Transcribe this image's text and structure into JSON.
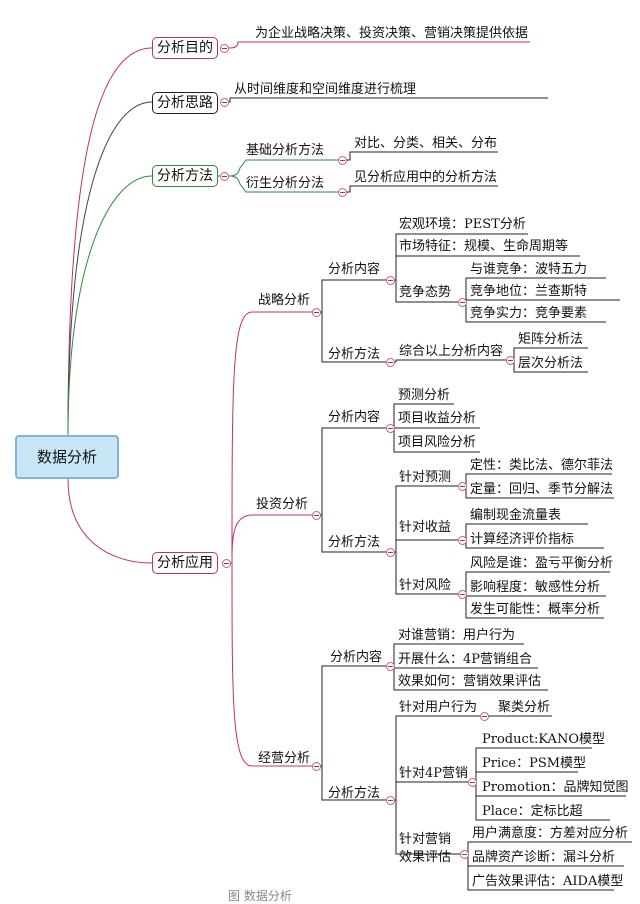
{
  "root": "数据分析",
  "b1": {
    "label": "分析目的",
    "child": "为企业战略决策、投资决策、营销决策提供依据"
  },
  "b2": {
    "label": "分析思路",
    "child": "从时间维度和空间维度进行梳理"
  },
  "b3": {
    "label": "分析方法",
    "c1": "基础分析方法",
    "c1v": "对比、分类、相关、分布",
    "c2": "衍生分析分法",
    "c2v": "见分析应用中的分析方法"
  },
  "b4": {
    "label": "分析应用",
    "s": {
      "label": "战略分析",
      "content": {
        "label": "分析内容",
        "i1": "宏观环境：PEST分析",
        "i2": "市场特征：规模、生命周期等",
        "i3": {
          "label": "竞争态势",
          "a": "与谁竞争：波特五力",
          "b": "竞争地位：兰查斯特",
          "c": "竞争实力：竞争要素"
        }
      },
      "method": {
        "label": "分析方法",
        "i1": "综合以上分析内容",
        "a": "矩阵分析法",
        "b": "层次分析法"
      }
    },
    "i": {
      "label": "投资分析",
      "content": {
        "label": "分析内容",
        "a": "预测分析",
        "b": "项目收益分析",
        "c": "项目风险分析"
      },
      "method": {
        "label": "分析方法",
        "p": {
          "label": "针对预测",
          "a": "定性：类比法、德尔菲法",
          "b": "定量：回归、季节分解法"
        },
        "r": {
          "label": "针对收益",
          "a": "编制现金流量表",
          "b": "计算经济评价指标"
        },
        "k": {
          "label": "针对风险",
          "a": "风险是谁：盈亏平衡分析",
          "b": "影响程度：敏感性分析",
          "c": "发生可能性：概率分析"
        }
      }
    },
    "o": {
      "label": "经营分析",
      "content": {
        "label": "分析内容",
        "a": "对谁营销：用户行为",
        "b": "开展什么：4P营销组合",
        "c": "效果如何：营销效果评估"
      },
      "method": {
        "label": "分析方法",
        "u": {
          "label": "针对用户行为",
          "a": "聚类分析"
        },
        "fp": {
          "label": "针对4P营销",
          "a": "Product:KANO模型",
          "b": "Price：PSM模型",
          "c": "Promotion：品牌知觉图",
          "d": "Place：定标比超"
        },
        "e": {
          "l1": "针对营销",
          "l2": "效果评估",
          "a": "用户满意度：方差对应分析",
          "b": "品牌资产诊断：漏斗分析",
          "c": "广告效果评估：AIDA模型"
        }
      }
    }
  },
  "footer": "图 数据分析"
}
